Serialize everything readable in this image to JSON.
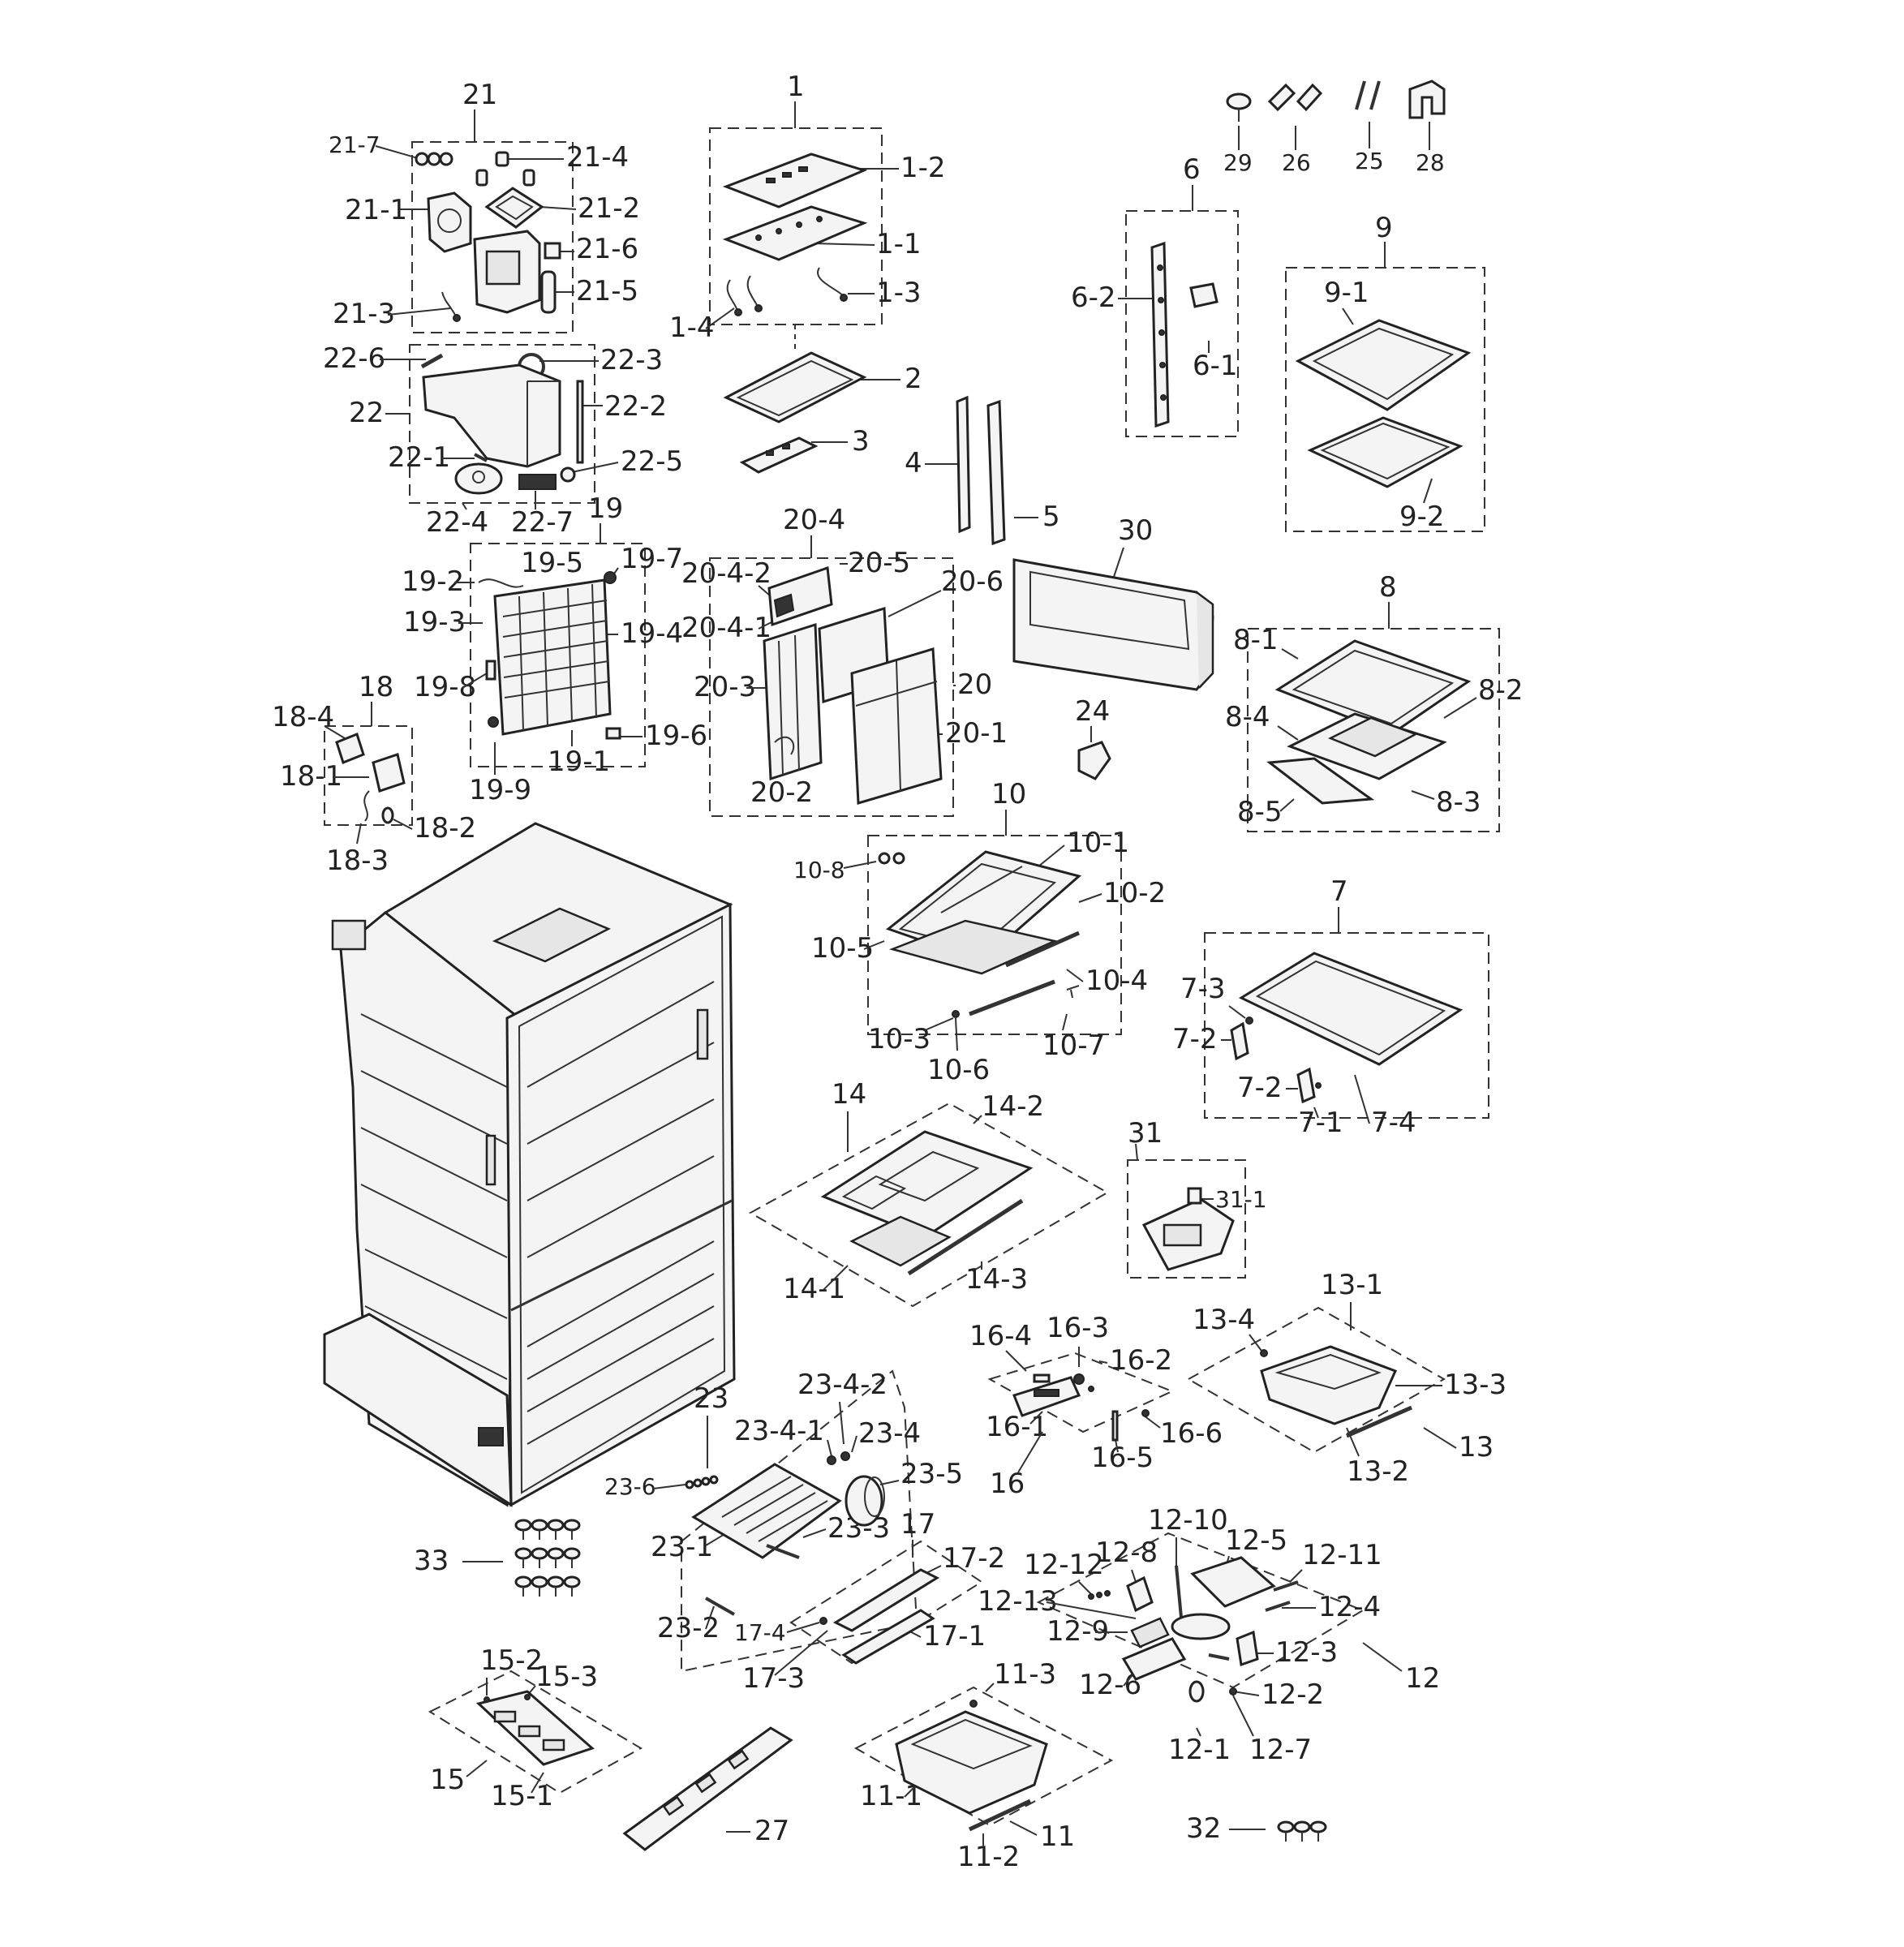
{
  "labels": {
    "l21": "21",
    "l21_7": "21-7",
    "l21_4": "21-4",
    "l21_1": "21-1",
    "l21_2": "21-2",
    "l21_6": "21-6",
    "l21_5": "21-5",
    "l21_3": "21-3",
    "l22": "22",
    "l22_6": "22-6",
    "l22_3": "22-3",
    "l22_2": "22-2",
    "l22_1": "22-1",
    "l22_5": "22-5",
    "l22_4": "22-4",
    "l22_7": "22-7",
    "l1": "1",
    "l1_2": "1-2",
    "l1_1": "1-1",
    "l1_3": "1-3",
    "l1_4": "1-4",
    "l2": "2",
    "l3": "3",
    "l4": "4",
    "l5": "5",
    "l29": "29",
    "l26": "26",
    "l25": "25",
    "l28": "28",
    "l6": "6",
    "l6_2": "6-2",
    "l6_1": "6-1",
    "l9": "9",
    "l9_1": "9-1",
    "l9_2": "9-2",
    "l19": "19",
    "l19_2": "19-2",
    "l19_5": "19-5",
    "l19_7": "19-7",
    "l19_3": "19-3",
    "l19_4": "19-4",
    "l19_8": "19-8",
    "l19_6": "19-6",
    "l19_9": "19-9",
    "l19_1": "19-1",
    "l20_4": "20-4",
    "l20_5": "20-5",
    "l20_4_2": "20-4-2",
    "l20_6": "20-6",
    "l20_4_1": "20-4-1",
    "l20_3": "20-3",
    "l20": "20",
    "l20_1": "20-1",
    "l20_2": "20-2",
    "l30": "30",
    "l24": "24",
    "l8": "8",
    "l8_1": "8-1",
    "l8_2": "8-2",
    "l8_4": "8-4",
    "l8_5": "8-5",
    "l8_3": "8-3",
    "l18": "18",
    "l18_4": "18-4",
    "l18_1": "18-1",
    "l18_2": "18-2",
    "l18_3": "18-3",
    "l10": "10",
    "l10_8": "10-8",
    "l10_1": "10-1",
    "l10_2": "10-2",
    "l10_5": "10-5",
    "l10_4": "10-4",
    "l10_3": "10-3",
    "l10_7": "10-7",
    "l10_6": "10-6",
    "l7": "7",
    "l7_3": "7-3",
    "l7_2a": "7-2",
    "l7_2b": "7-2",
    "l7_1": "7-1",
    "l7_4": "7-4",
    "l14": "14",
    "l14_2": "14-2",
    "l14_1": "14-1",
    "l14_3": "14-3",
    "l31": "31",
    "l31_1": "31-1",
    "l16_4": "16-4",
    "l16_3": "16-3",
    "l16_2": "16-2",
    "l16_1": "16-1",
    "l16_5": "16-5",
    "l16_6": "16-6",
    "l16": "16",
    "l13_1": "13-1",
    "l13_4": "13-4",
    "l13_3": "13-3",
    "l13": "13",
    "l13_2": "13-2",
    "l23": "23",
    "l23_4_2": "23-4-2",
    "l23_4_1": "23-4-1",
    "l23_4": "23-4",
    "l23_6": "23-6",
    "l23_5": "23-5",
    "l23_3": "23-3",
    "l23_1": "23-1",
    "l23_2": "23-2",
    "l17": "17",
    "l17_2": "17-2",
    "l17_4": "17-4",
    "l17_1": "17-1",
    "l17_3": "17-3",
    "l33": "33",
    "l12_10": "12-10",
    "l12_5": "12-5",
    "l12_11": "12-11",
    "l12_12": "12-12",
    "l12_8": "12-8",
    "l12_13": "12-13",
    "l12_4": "12-4",
    "l12_9": "12-9",
    "l12_3": "12-3",
    "l12": "12",
    "l12_6": "12-6",
    "l12_2": "12-2",
    "l12_1": "12-1",
    "l12_7": "12-7",
    "l15_2": "15-2",
    "l15_3": "15-3",
    "l15": "15",
    "l15_1": "15-1",
    "l11_3": "11-3",
    "l11_1": "11-1",
    "l11": "11",
    "l11_2": "11-2",
    "l27": "27",
    "l32": "32"
  }
}
